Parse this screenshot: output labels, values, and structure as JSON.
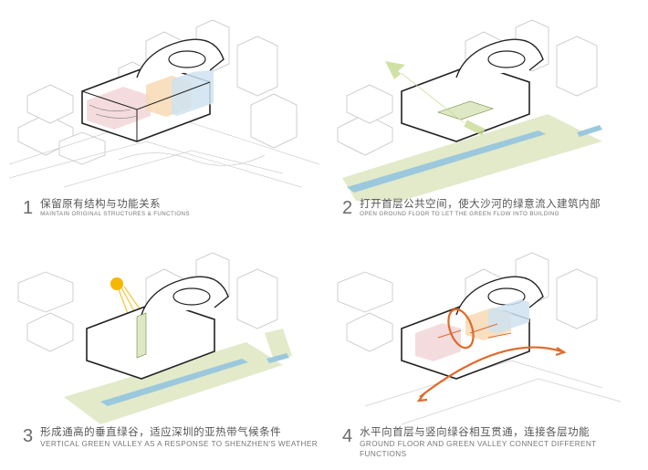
{
  "panels": [
    {
      "num": "1",
      "zh": "保留原有结构与功能关系",
      "en": "MAINTAIN ORIGINAL STRUCTURES & FUNCTIONS"
    },
    {
      "num": "2",
      "zh": "打开首层公共空间，使大沙河的绿意流入建筑内部",
      "en": "OPEN GROUND FLOOR TO LET THE GREEN FLOW INTO BUILDING"
    },
    {
      "num": "3",
      "zh": "形成通高的垂直绿谷，适应深圳的亚热带气候条件",
      "en": "VERTICAL GREEN VALLEY AS A RESPONSE TO SHENZHEN'S WEATHER"
    },
    {
      "num": "4",
      "zh": "水平向首层与竖向绿谷相互贯通，连接各层功能",
      "en": "GROUND FLOOR AND GREEN VALLEY CONNECT DIFFERENT FUNCTIONS"
    }
  ],
  "colors": {
    "line": "#2a2a2a",
    "context": "#c9c9c9",
    "green": "#dfe8c4",
    "water": "#9cc8dd",
    "pink": "#f2d6d8",
    "orange": "#f7d9b5",
    "blue": "#cfe3f1",
    "sun": "#f5b700",
    "arrow": "#e06a2a",
    "greenArrow": "#c8dc96"
  }
}
